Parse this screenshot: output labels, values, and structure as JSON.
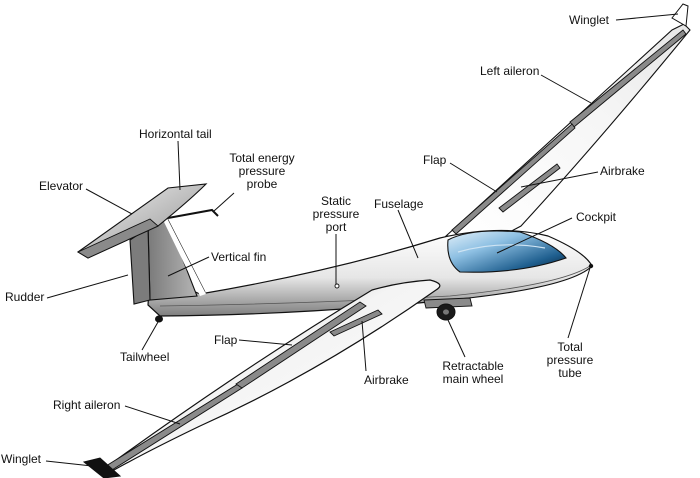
{
  "colors": {
    "background": "#ffffff",
    "outline": "#111111",
    "surface_dark": "#8a8a8a",
    "surface_light": "#f2f2f2",
    "canopy_light": "#cfe4f3",
    "canopy_dark": "#0f3352"
  },
  "labels": {
    "winglet_left": "Winglet",
    "left_aileron": "Left aileron",
    "horizontal_tail": "Horizontal tail",
    "total_energy_probe": "Total energy\npressure\nprobe",
    "flap_left": "Flap",
    "airbrake_left": "Airbrake",
    "elevator": "Elevator",
    "static_pressure_port": "Static\npressure\nport",
    "fuselage": "Fuselage",
    "cockpit": "Cockpit",
    "vertical_fin": "Vertical fin",
    "rudder": "Rudder",
    "tailwheel": "Tailwheel",
    "flap_right": "Flap",
    "airbrake_right": "Airbrake",
    "retractable_main_wheel": "Retractable\nmain wheel",
    "total_pressure_tube": "Total\npressure\ntube",
    "right_aileron": "Right aileron",
    "winglet_right": "Winglet"
  }
}
